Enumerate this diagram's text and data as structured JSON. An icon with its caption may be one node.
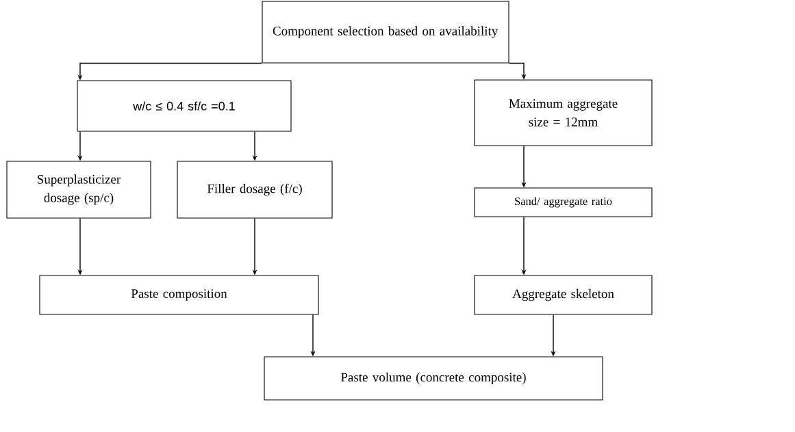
{
  "diagram": {
    "nodes": [
      {
        "text": [
          "Component selection based on availability"
        ]
      },
      {
        "text": [
          "w/c ≤ 0.4 sf/c =0.1"
        ]
      },
      {
        "text": [
          "Maximum aggregate size = 12mm"
        ]
      },
      {
        "text": [
          "Superplasticizer dosage (sp/c)"
        ]
      },
      {
        "text": [
          "Filler dosage (f/c)"
        ]
      },
      {
        "text": [
          "Sand/ aggregate ratio"
        ]
      },
      {
        "text": [
          "Paste composition"
        ]
      },
      {
        "text": [
          "Aggregate skeleton"
        ]
      },
      {
        "text": [
          "Paste volume (concrete composite)"
        ]
      }
    ],
    "edges": [
      {
        "from": 0,
        "to": 1,
        "arrow": "to"
      },
      {
        "from": 0,
        "to": 2,
        "arrow": "to"
      },
      {
        "from": 1,
        "to": 3,
        "arrow": "to"
      },
      {
        "from": 1,
        "to": 4,
        "arrow": "to"
      },
      {
        "from": 2,
        "to": 5,
        "arrow": "to"
      },
      {
        "from": 3,
        "to": 6,
        "arrow": "to"
      },
      {
        "from": 4,
        "to": 6,
        "arrow": "to"
      },
      {
        "from": 5,
        "to": 7,
        "arrow": "to"
      },
      {
        "from": 6,
        "to": 8,
        "arrow": "to"
      },
      {
        "from": 7,
        "to": 8,
        "arrow": "to"
      }
    ]
  }
}
